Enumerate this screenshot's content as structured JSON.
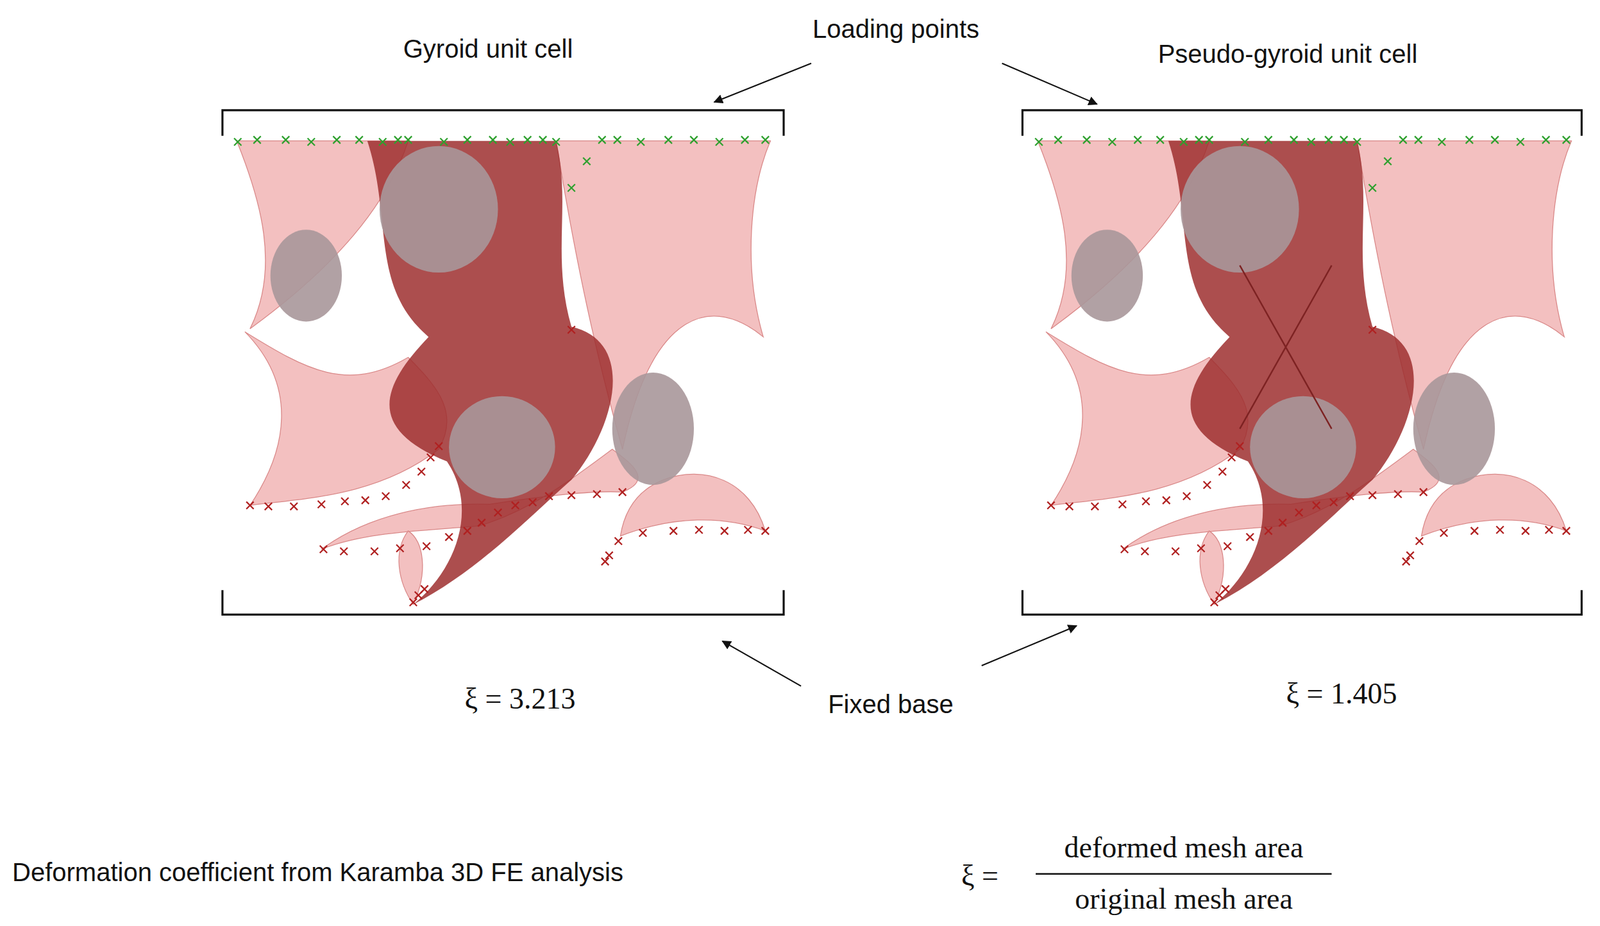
{
  "diagram": {
    "labels": [
      "Gyroid unit cell",
      "Loading points",
      "Pseudo-gyroid unit cell",
      "ξ = 3.213",
      "Fixed base",
      "ξ = 1.405",
      "Deformation coefficient from Karamba 3D FE analysis",
      "ξ =",
      "deformed mesh area",
      "original mesh area"
    ]
  }
}
